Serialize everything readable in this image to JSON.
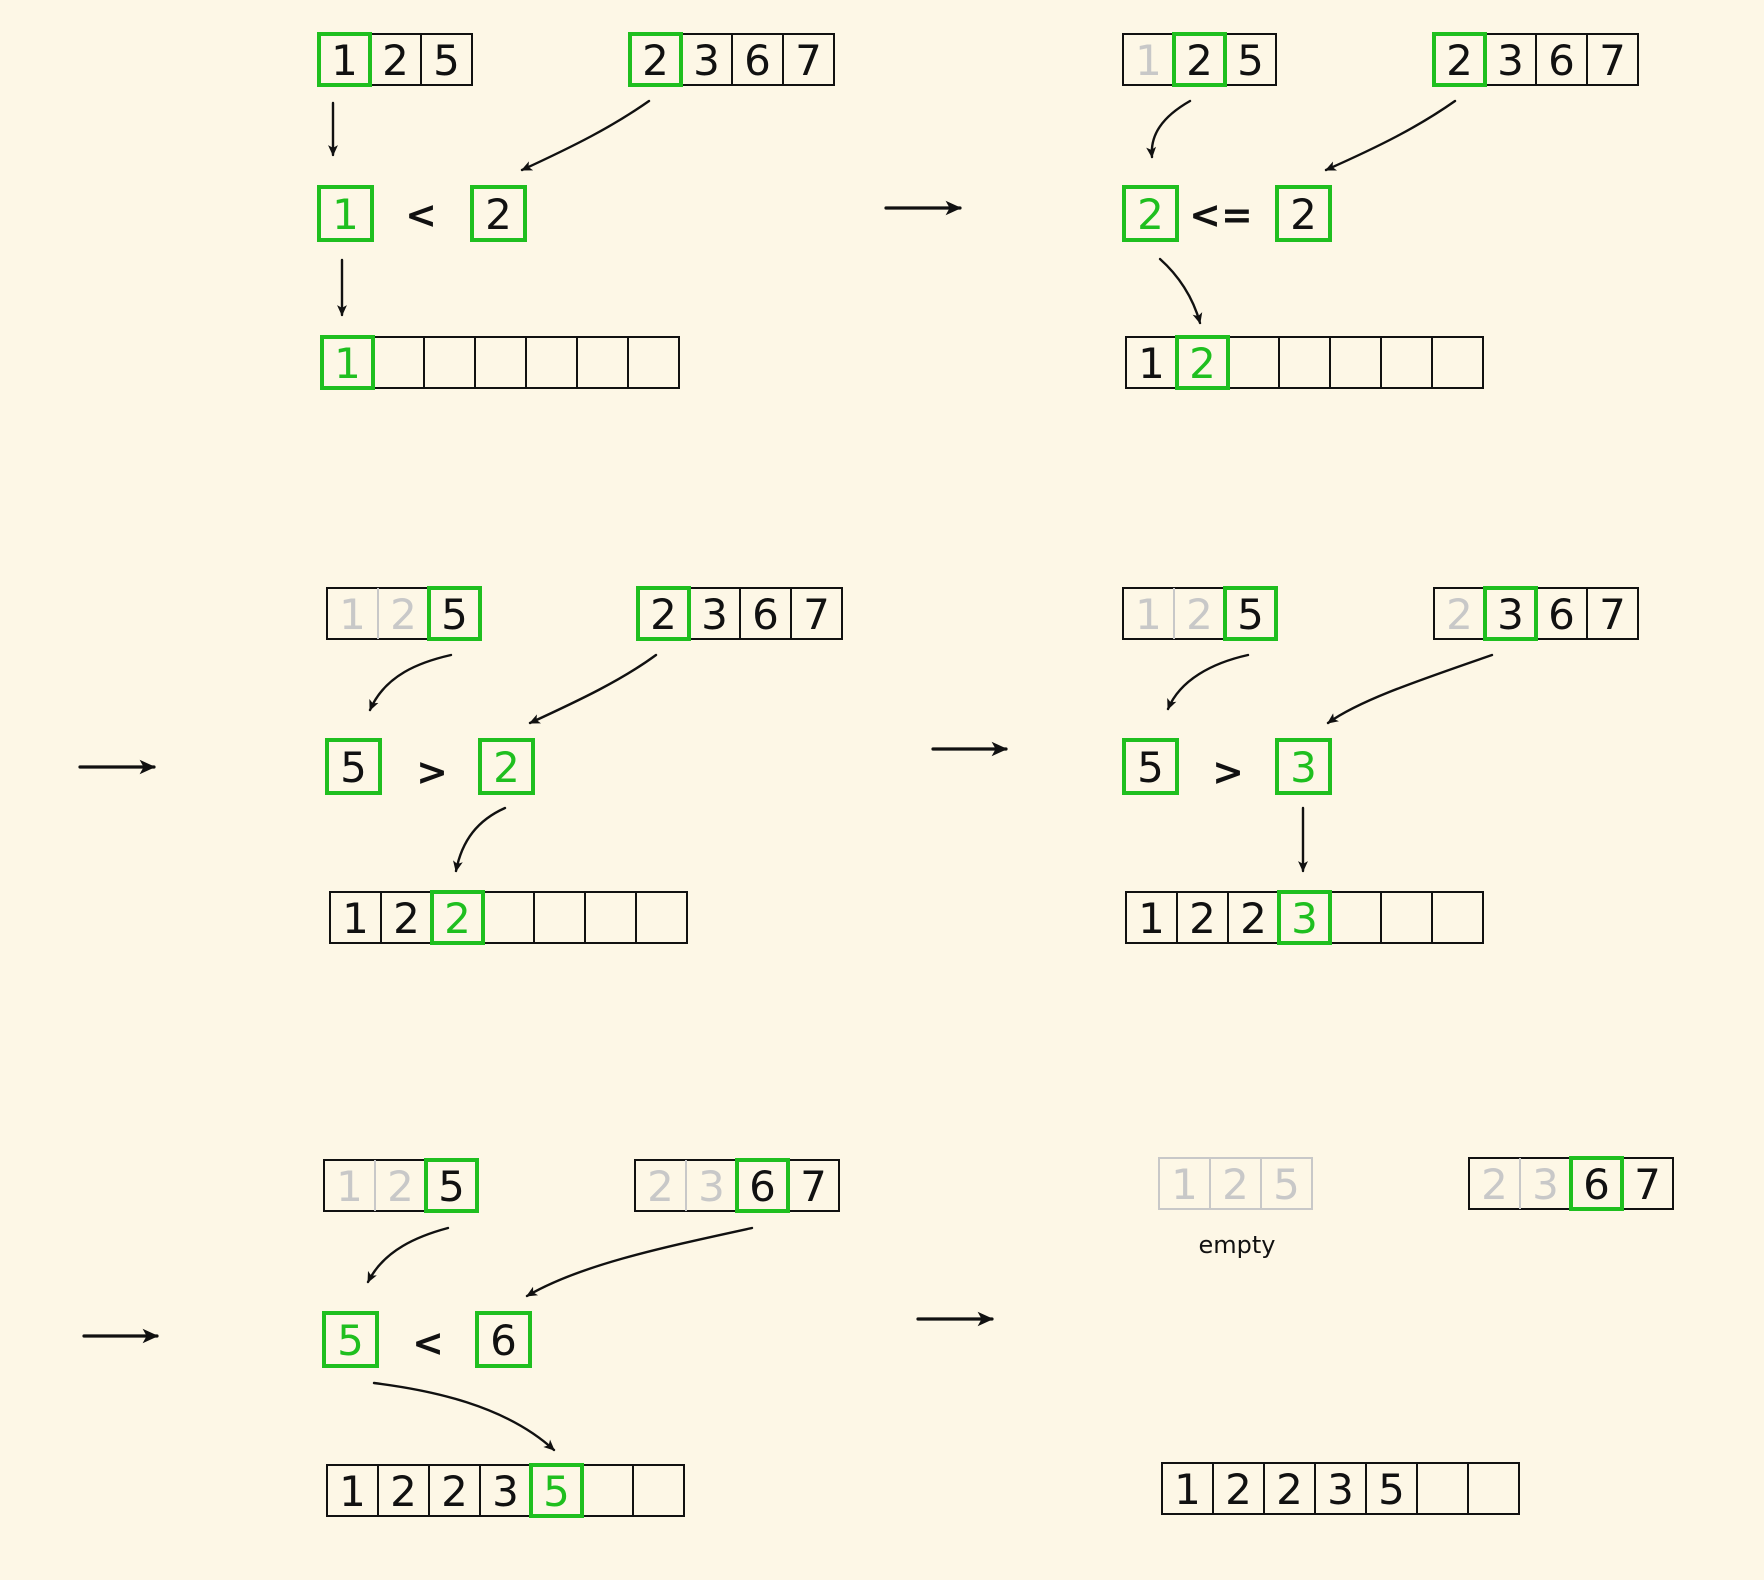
{
  "colors": {
    "background": "#FDF7E6",
    "ink": "#111111",
    "faded": "#C8C8C8",
    "highlight": "#1FBF1F"
  },
  "panels": [
    {
      "left": {
        "values": [
          "1",
          "2",
          "5"
        ],
        "consumed": 0,
        "pointer": 0
      },
      "right": {
        "values": [
          "2",
          "3",
          "6",
          "7"
        ],
        "consumed": 0,
        "pointer": 0
      },
      "comparison": {
        "left": "1",
        "op": "<",
        "right": "2",
        "chosen": "left"
      },
      "result": {
        "values": [
          "1",
          "",
          "",
          "",
          "",
          "",
          ""
        ],
        "new_index": 0
      }
    },
    {
      "left": {
        "values": [
          "1",
          "2",
          "5"
        ],
        "consumed": 1,
        "pointer": 1
      },
      "right": {
        "values": [
          "2",
          "3",
          "6",
          "7"
        ],
        "consumed": 0,
        "pointer": 0
      },
      "comparison": {
        "left": "2",
        "op": "<=",
        "right": "2",
        "chosen": "left"
      },
      "result": {
        "values": [
          "1",
          "2",
          "",
          "",
          "",
          "",
          ""
        ],
        "new_index": 1
      }
    },
    {
      "left": {
        "values": [
          "1",
          "2",
          "5"
        ],
        "consumed": 2,
        "pointer": 2
      },
      "right": {
        "values": [
          "2",
          "3",
          "6",
          "7"
        ],
        "consumed": 0,
        "pointer": 0
      },
      "comparison": {
        "left": "5",
        "op": ">",
        "right": "2",
        "chosen": "right"
      },
      "result": {
        "values": [
          "1",
          "2",
          "2",
          "",
          "",
          "",
          ""
        ],
        "new_index": 2
      }
    },
    {
      "left": {
        "values": [
          "1",
          "2",
          "5"
        ],
        "consumed": 2,
        "pointer": 2
      },
      "right": {
        "values": [
          "2",
          "3",
          "6",
          "7"
        ],
        "consumed": 1,
        "pointer": 1
      },
      "comparison": {
        "left": "5",
        "op": ">",
        "right": "3",
        "chosen": "right"
      },
      "result": {
        "values": [
          "1",
          "2",
          "2",
          "3",
          "",
          "",
          ""
        ],
        "new_index": 3
      }
    },
    {
      "left": {
        "values": [
          "1",
          "2",
          "5"
        ],
        "consumed": 2,
        "pointer": 2
      },
      "right": {
        "values": [
          "2",
          "3",
          "6",
          "7"
        ],
        "consumed": 2,
        "pointer": 2
      },
      "comparison": {
        "left": "5",
        "op": "<",
        "right": "6",
        "chosen": "left"
      },
      "result": {
        "values": [
          "1",
          "2",
          "2",
          "3",
          "5",
          "",
          ""
        ],
        "new_index": 4
      }
    },
    {
      "left": {
        "values": [
          "1",
          "2",
          "5"
        ],
        "consumed": 3,
        "pointer": -1
      },
      "right": {
        "values": [
          "2",
          "3",
          "6",
          "7"
        ],
        "consumed": 2,
        "pointer": 2
      },
      "note": "empty",
      "result": {
        "values": [
          "1",
          "2",
          "2",
          "3",
          "5",
          "",
          ""
        ],
        "new_index": -1
      }
    }
  ]
}
